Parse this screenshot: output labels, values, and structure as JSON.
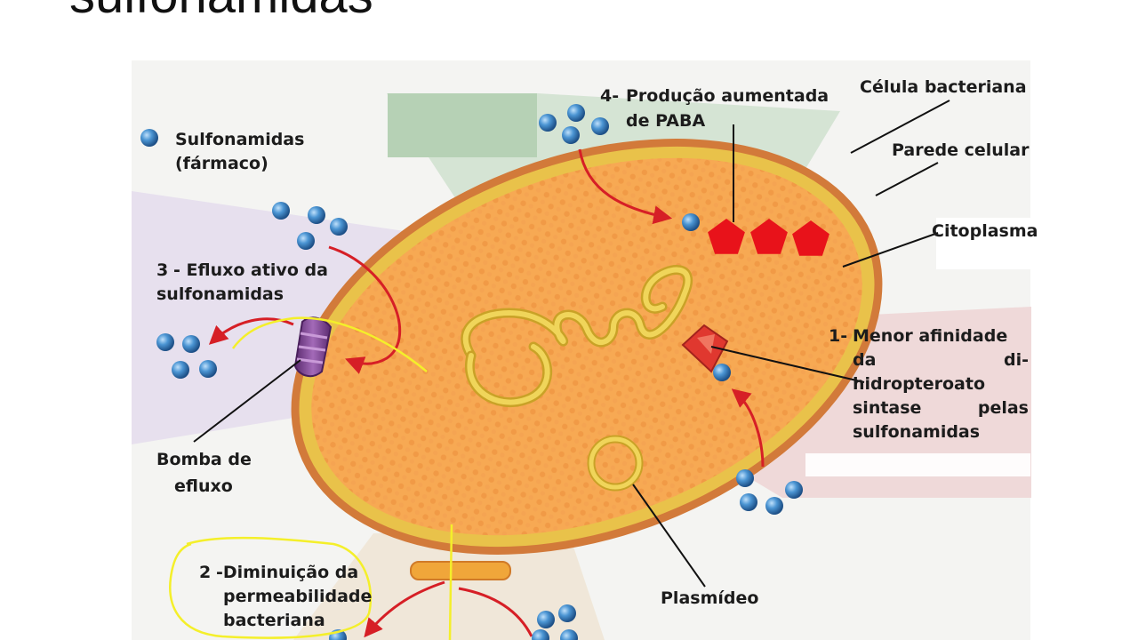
{
  "slide": {
    "title": "sulfonamidas"
  },
  "legend": {
    "drug_line1": "Sulfonamidas",
    "drug_line2": "(fármaco)"
  },
  "labels": {
    "cell": "Célula bacteriana",
    "wall": "Parede celular",
    "cytoplasm": "Citoplasma",
    "pump_line1": "Bomba de",
    "pump_line2": "efluxo",
    "plasmid": "Plasmídeo"
  },
  "mechanisms": [
    {
      "num": "1-",
      "lines": [
        "Menor afinidade",
        "da",
        "di-",
        "hidropteroato",
        "sintase",
        "pelas",
        "sulfonamidas"
      ]
    },
    {
      "num": "2",
      "lines": [
        "-Diminuição da",
        "permeabilidade",
        "bacteriana"
      ]
    },
    {
      "num": "3",
      "lines": [
        "- Efluxo ativo da",
        "sulfonamidas"
      ]
    },
    {
      "num": "4-",
      "lines": [
        "Produção aumentada",
        "de PABA"
      ]
    }
  ],
  "colors": {
    "cytoplasm": "#f7a953",
    "cell_wall": "#e9c24a",
    "cell_outline": "#d27a3a",
    "drug": "#3f86c4",
    "paba": "#e8121a",
    "arrow": "#d61f26",
    "dna": "#e7c640",
    "pump": "#7a3d8f",
    "highlight": "#f4ef2a"
  }
}
